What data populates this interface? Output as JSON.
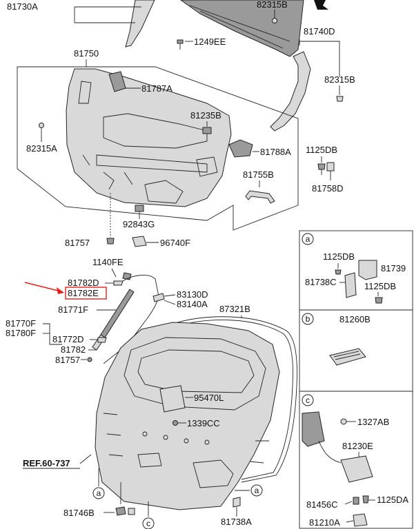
{
  "labels": {
    "p81730A": "81730A",
    "p82315B_top": "82315B",
    "p1249EE": "1249EE",
    "p81740D": "81740D",
    "p82315B_right": "82315B",
    "p81750": "81750",
    "p81787A": "81787A",
    "p81235B": "81235B",
    "p82315A": "82315A",
    "p81788A": "81788A",
    "p1125DB": "1125DB",
    "p81755B": "81755B",
    "p81758D": "81758D",
    "p92843G": "92843G",
    "p81757_top": "81757",
    "p96740F": "96740F",
    "p1140FE": "1140FE",
    "p81782D": "81782D",
    "p81782E": "81782E",
    "p83130D": "83130D",
    "p83140A": "83140A",
    "p87321B": "87321B",
    "p81770F": "81770F",
    "p81780F": "81780F",
    "p81771F": "81771F",
    "p81772D": "81772D",
    "p81782": "81782",
    "p81757_bottom": "81757",
    "p95470L": "95470L",
    "p1339CC": "1339CC",
    "ref": "REF.60-737",
    "p81746B": "81746B",
    "p81738A": "81738A",
    "call_a1": "a",
    "call_a2": "a",
    "call_c": "c",
    "pa_a": "a",
    "pa_1125DB_top": "1125DB",
    "pa_81739": "81739",
    "pa_81738C": "81738C",
    "pa_1125DB_bottom": "1125DB",
    "pb_b": "b",
    "pb_81260B": "81260B",
    "pc_c": "c",
    "pc_1327AB": "1327AB",
    "pc_81230E": "81230E",
    "pc_81456C": "81456C",
    "pc_1125DA": "1125DA",
    "pc_81210A": "81210A"
  },
  "colors": {
    "highlight": "#e3201b",
    "ink": "#222222"
  }
}
